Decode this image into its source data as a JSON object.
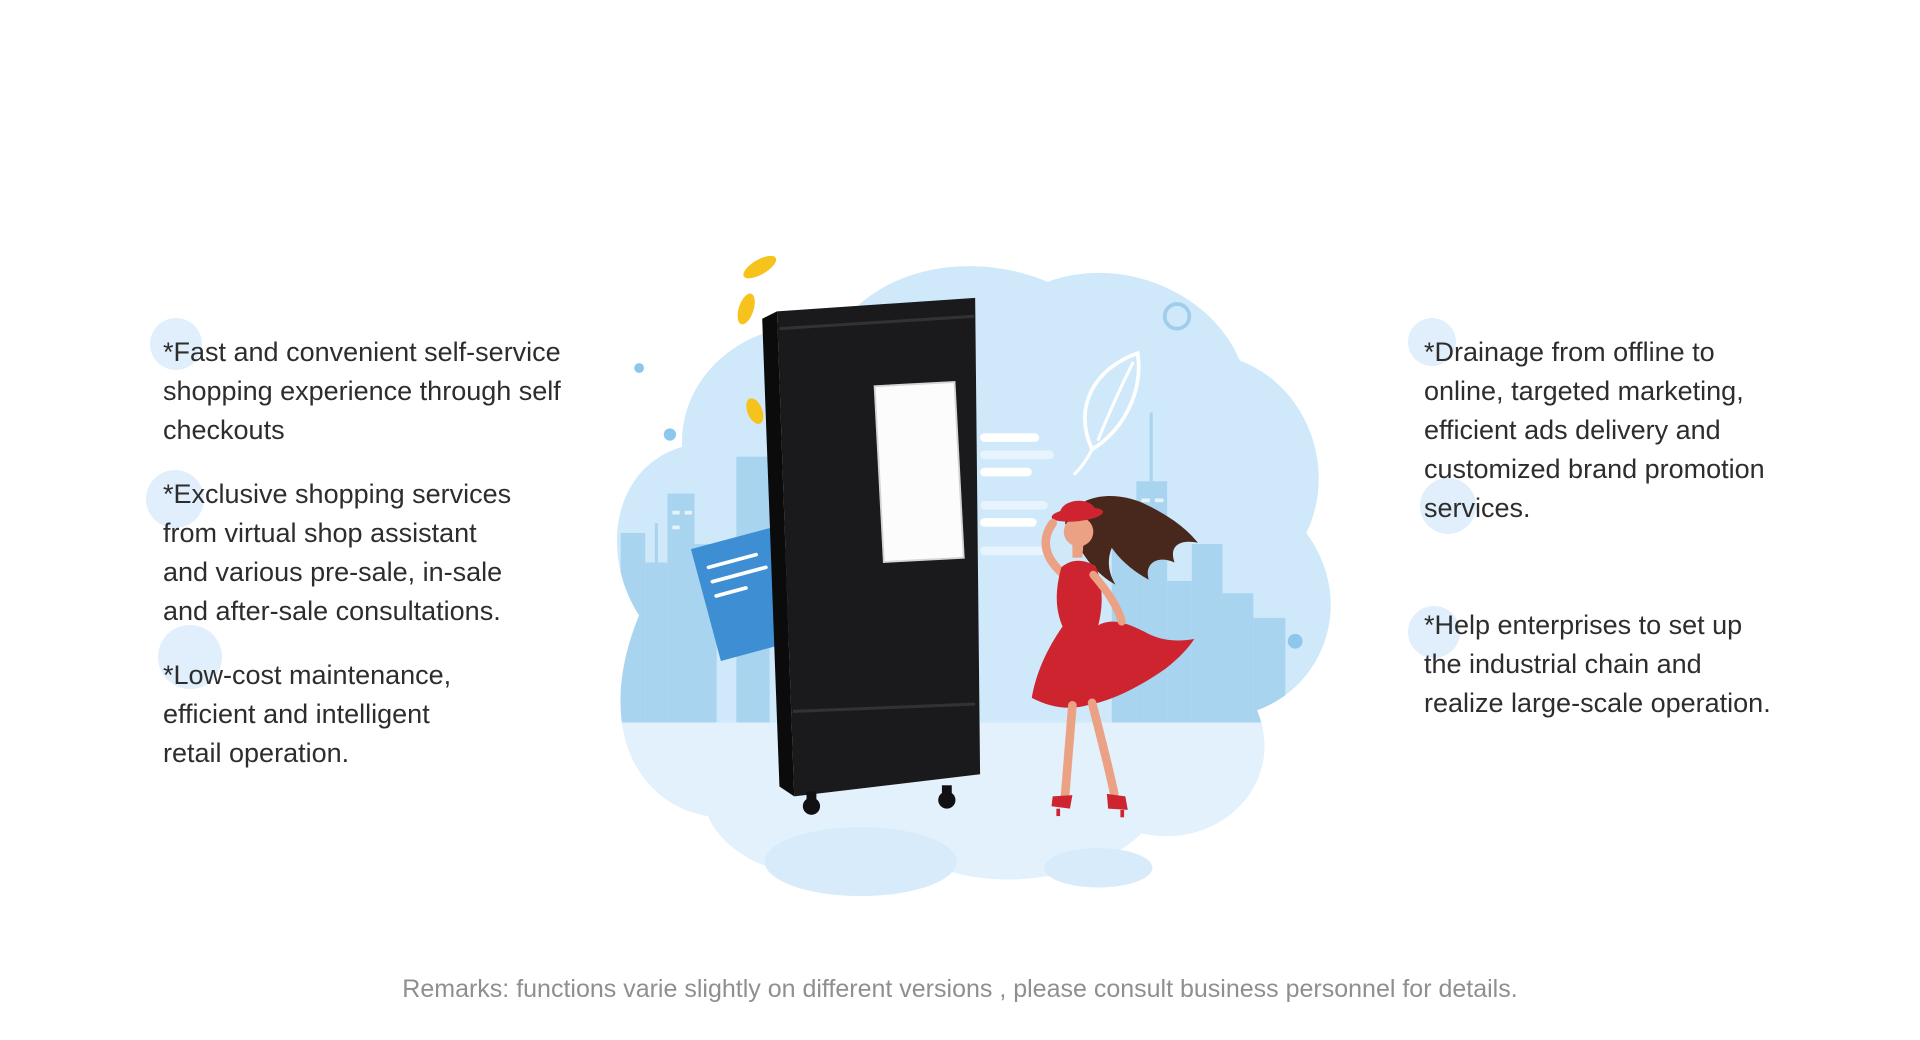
{
  "slide": {
    "left_bullets": [
      "*Fast and convenient self-service\nshopping experience through self\ncheckouts",
      "*Exclusive shopping services\nfrom virtual shop assistant\nand various pre-sale, in-sale\nand after-sale consultations.",
      "*Low-cost maintenance,\nefficient and intelligent\nretail operation."
    ],
    "right_bullets": [
      "*Drainage from offline to\nonline, targeted marketing,\nefficient ads delivery and\ncustomized brand promotion\nservices.",
      "*Help enterprises to set up\nthe industrial chain and\nrealize large-scale operation."
    ],
    "remarks": "Remarks: functions varie slightly on different versions , please consult business personnel for details.",
    "illustration_elements": [
      "background-blob",
      "city-skyline",
      "vending-machine",
      "vending-machine-screen",
      "blue-card",
      "woman-in-red-dress",
      "yellow-leaves",
      "white-leaf-outline",
      "speed-lines",
      "shadow-ellipses"
    ]
  },
  "colors": {
    "background": "#ffffff",
    "text": "#2d2d2d",
    "remarks_text": "#8f8f8f",
    "blob": "#cfe9fa",
    "ground": "#e3f1fc",
    "skyline": "#a9d4f0",
    "machine_body": "#1a1a1c",
    "machine_side": "#0b0b0c",
    "machine_screen": "#fcfcfc",
    "dress_red": "#ce2430",
    "hair_brown": "#48281d",
    "skin": "#eba184",
    "card_blue": "#3d8ed2",
    "leaf_yellow": "#f6c21c",
    "leaf_orange": "#ef9d3c",
    "decor_circle": "#e0effb",
    "shadow_blue": "#d7ebfa",
    "dot_blue": "#8ec7ee",
    "speed_line": "#e7f3fd"
  }
}
